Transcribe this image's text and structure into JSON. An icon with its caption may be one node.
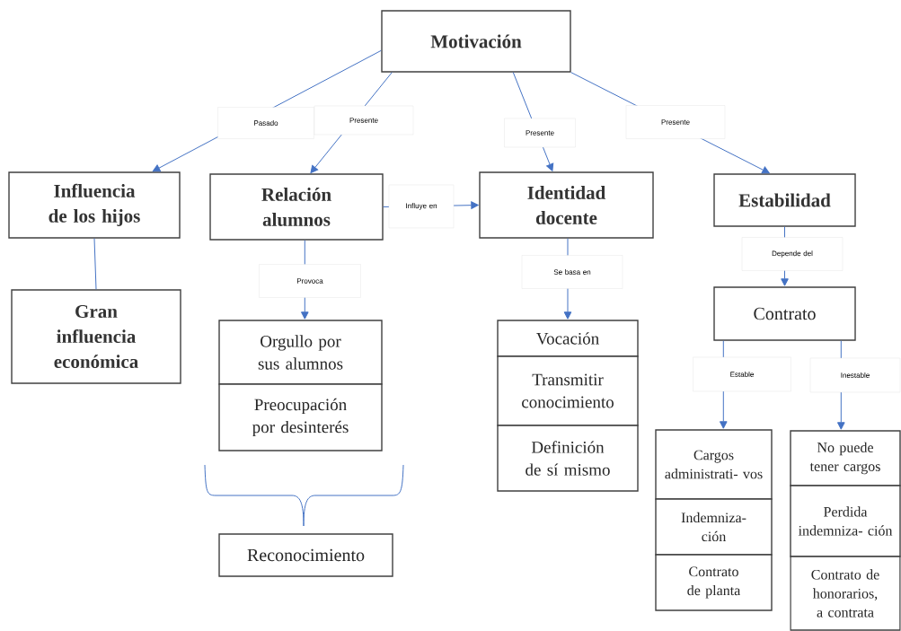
{
  "diagram": {
    "nodes": [
      {
        "text": [
          "Motivación"
        ]
      },
      {
        "text": [
          "Influencia de los hijos"
        ]
      },
      {
        "text": [
          "Relación alumnos"
        ]
      },
      {
        "text": [
          "Identidad docente"
        ]
      },
      {
        "text": [
          "Estabilidad"
        ]
      },
      {
        "text": [
          "Gran influencia económica"
        ]
      },
      {
        "text": [
          "Orgullo por sus alumnos"
        ]
      },
      {
        "text": [
          "Preocupación por desinterés"
        ]
      },
      {
        "text": [
          "Reconocimiento"
        ]
      },
      {
        "text": [
          "Vocación"
        ]
      },
      {
        "text": [
          "Transmitir conocimiento"
        ]
      },
      {
        "text": [
          "Definición de sí mismo"
        ]
      },
      {
        "text": [
          "Contrato"
        ]
      },
      {
        "text": [
          "Cargos administrati- vos"
        ]
      },
      {
        "text": [
          "Indemniza- ción"
        ]
      },
      {
        "text": [
          "Contrato de planta"
        ]
      },
      {
        "text": [
          "No puede tener cargos"
        ]
      },
      {
        "text": [
          "Perdida indemniza- ción"
        ]
      },
      {
        "text": [
          "Contrato de honorarios, a contrata"
        ]
      }
    ],
    "edges": [
      {
        "from": 0,
        "to": 1,
        "arrow": "to",
        "label": "Pasado"
      },
      {
        "from": 0,
        "to": 2,
        "arrow": "to",
        "label": "Presente"
      },
      {
        "from": 0,
        "to": 3,
        "arrow": "to",
        "label": "Presente"
      },
      {
        "from": 0,
        "to": 4,
        "arrow": "to",
        "label": "Presente"
      },
      {
        "from": 2,
        "to": 3,
        "arrow": "to",
        "label": "Influye en"
      },
      {
        "from": 1,
        "to": 5,
        "arrow": "none"
      },
      {
        "from": 2,
        "to": 6,
        "arrow": "to",
        "label": "Provoca"
      },
      {
        "from": 3,
        "to": 9,
        "arrow": "to",
        "label": "Se basa en"
      },
      {
        "from": 4,
        "to": 12,
        "arrow": "to",
        "label": "Depende del"
      },
      {
        "from": 12,
        "to": 13,
        "arrow": "to",
        "label": "Estable"
      },
      {
        "from": 12,
        "to": 16,
        "arrow": "to",
        "label": "Inestable"
      }
    ]
  }
}
